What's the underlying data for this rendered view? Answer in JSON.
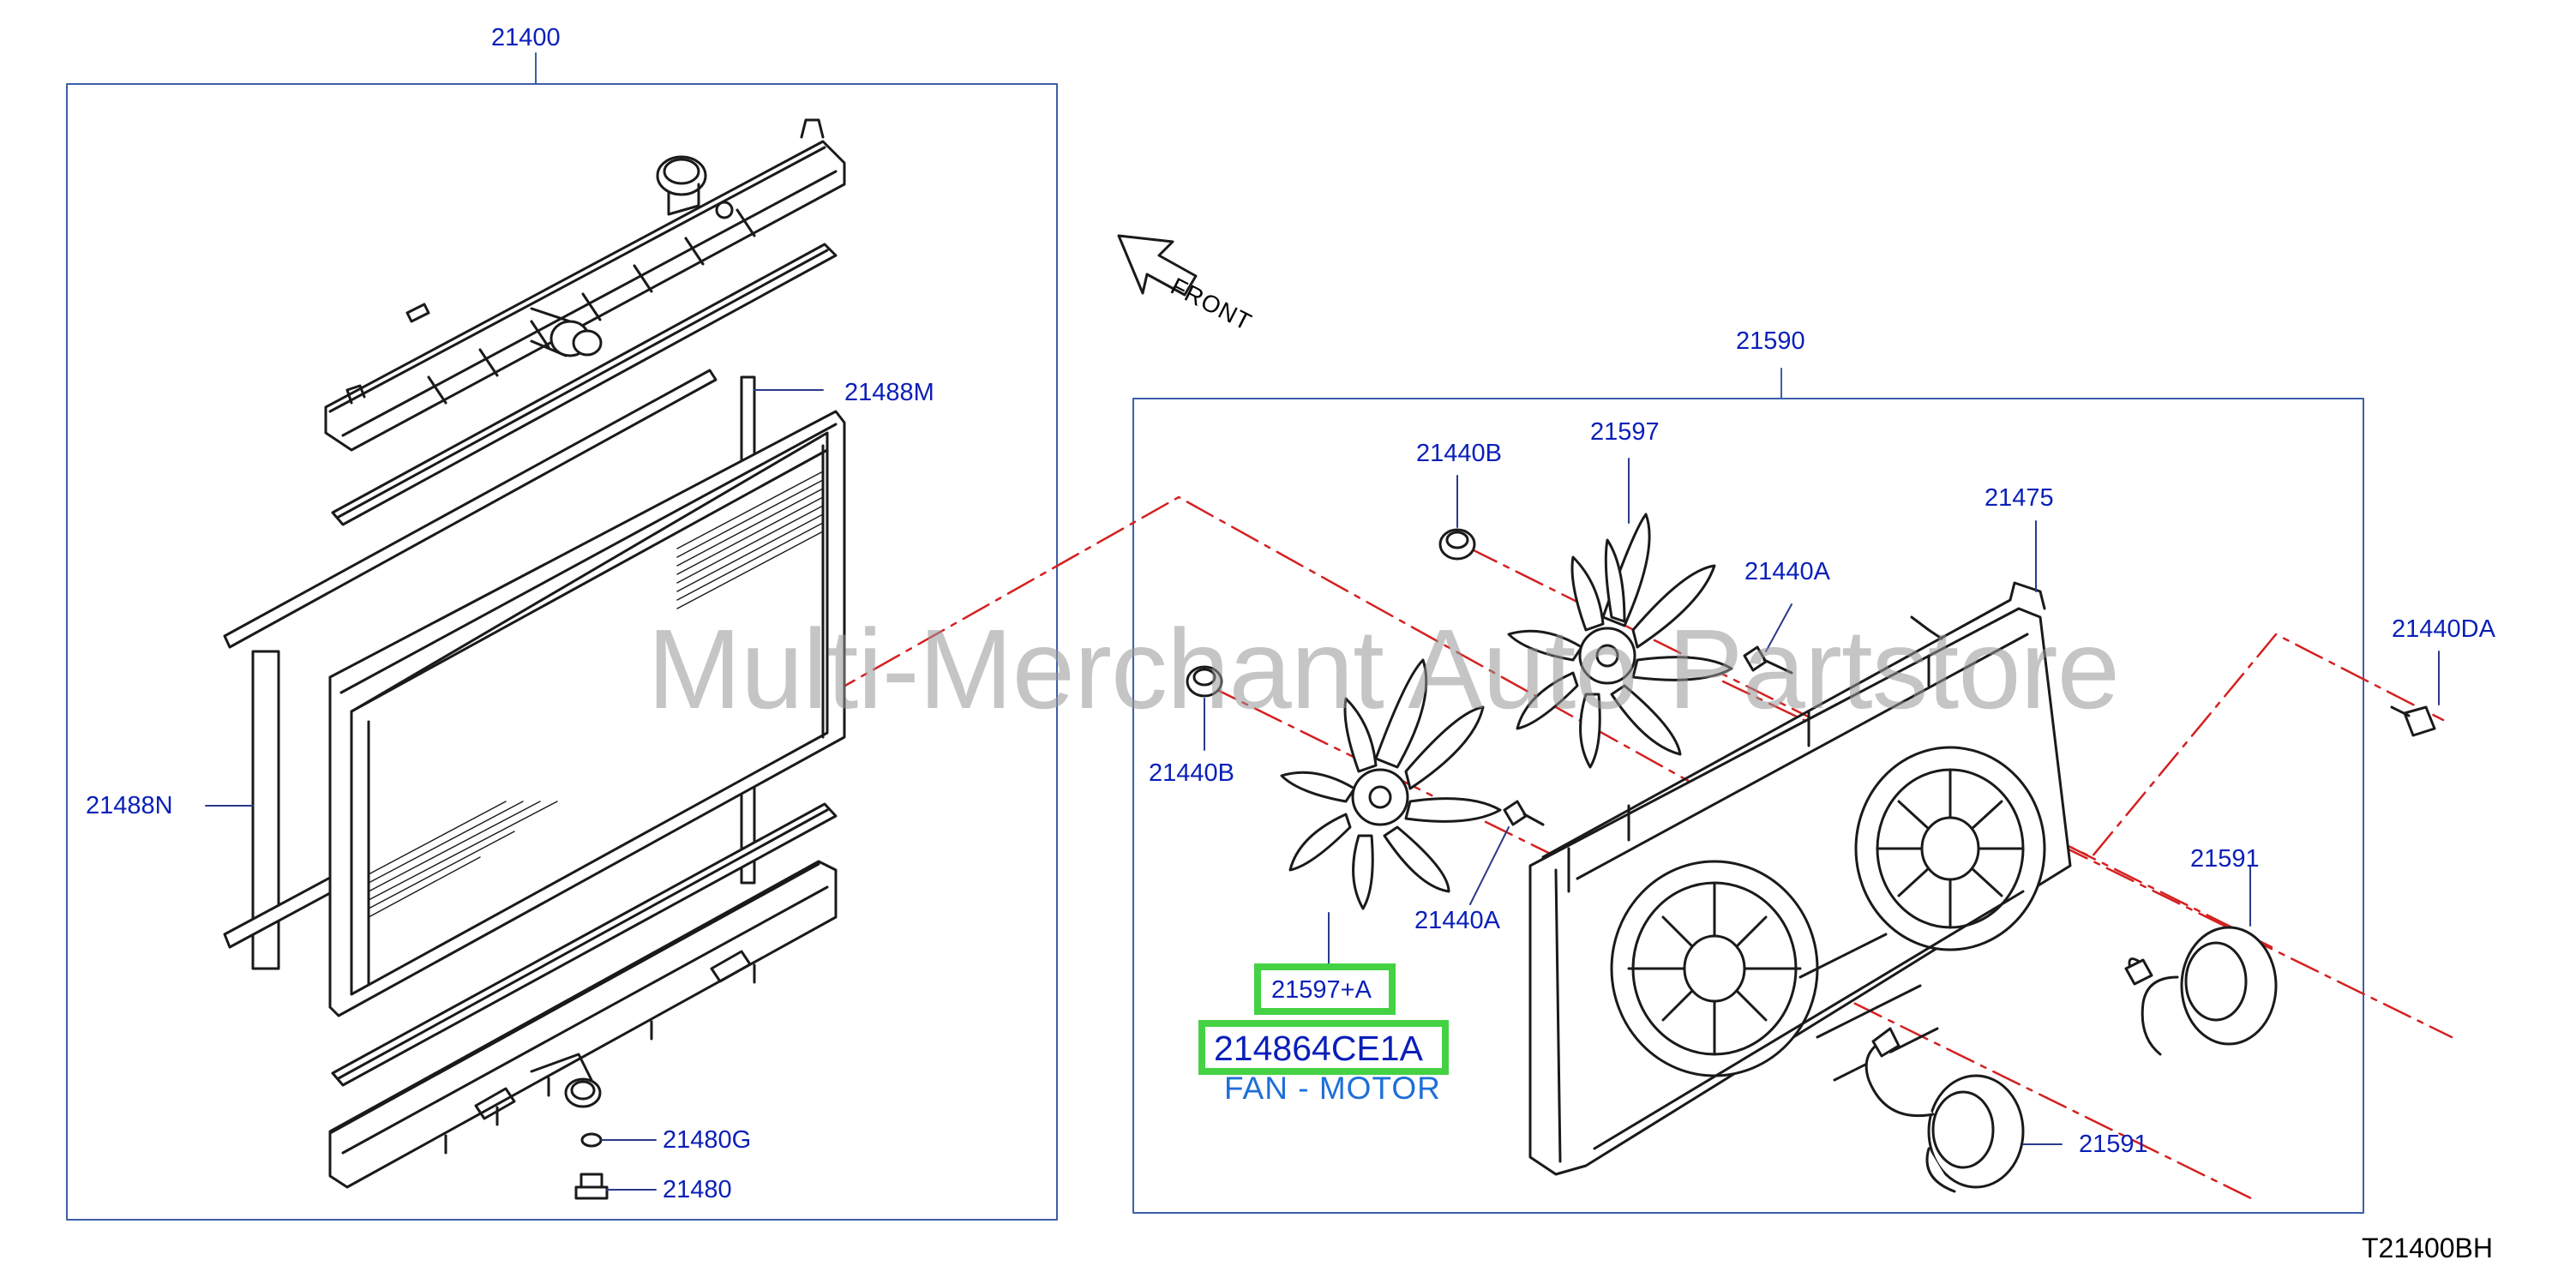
{
  "diagram": {
    "code": "T21400BH",
    "front_label": "FRONT",
    "watermark": "Multi-Merchant Auto Partstore",
    "highlight": {
      "ref": "21597+A",
      "part_number": "214864CE1A",
      "description": "FAN - MOTOR"
    },
    "callouts": {
      "radiator_assy": "21400",
      "seal_m": "21488M",
      "seal_n": "21488N",
      "drain_gasket": "21480G",
      "drain_plug": "21480",
      "shroud_assy": "21590",
      "fan_upper": "21597",
      "nut_b_top": "21440B",
      "nut_b_left": "21440B",
      "bolt_a_top": "21440A",
      "bolt_a_bottom": "21440A",
      "shroud": "21475",
      "bolt_da": "21440DA",
      "motor_right": "21591",
      "motor_bottom": "21591"
    },
    "colors": {
      "callout_text": "#0a1fb8",
      "highlight_box": "#44d244",
      "description_text": "#1e6fd8",
      "leader_lines": "#2a3a8a",
      "center_line": "#d42020",
      "frame": "#3c5fa8"
    }
  }
}
